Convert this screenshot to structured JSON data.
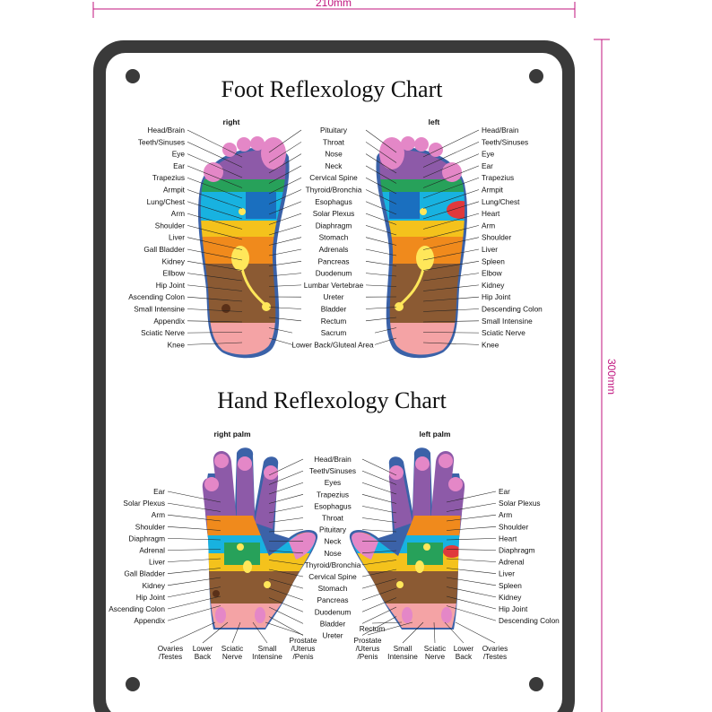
{
  "dimensions": {
    "width_label": "210mm",
    "height_label": "300mm"
  },
  "foot_chart": {
    "title": "Foot Reflexology Chart",
    "right_label": "right",
    "left_label": "left",
    "right_side_labels": [
      "Head/Brain",
      "Teeth/Sinuses",
      "Eye",
      "Ear",
      "Trapezius",
      "Armpit",
      "Lung/Chest",
      "Arm",
      "Shoulder",
      "Liver",
      "Gall Bladder",
      "Kidney",
      "Ellbow",
      "Hip Joint",
      "Ascending Colon",
      "Small Intensine",
      "Appendix",
      "Sciatic Nerve",
      "Knee"
    ],
    "center_labels": [
      "Pituitary",
      "Throat",
      "Nose",
      "Neck",
      "Cervical Spine",
      "Thyroid/Bronchia",
      "Esophagus",
      "Solar Plexus",
      "Diaphragm",
      "Stomach",
      "Adrenals",
      "Pancreas",
      "Duodenum",
      "Lumbar Vertebrae",
      "Ureter",
      "Bladder",
      "Rectum",
      "Sacrum",
      "Lower Back/Gluteal Area"
    ],
    "left_side_labels": [
      "Head/Brain",
      "Teeth/Sinuses",
      "Eye",
      "Ear",
      "Trapezius",
      "Armpit",
      "Lung/Chest",
      "Heart",
      "Arm",
      "Shoulder",
      "Liver",
      "Spleen",
      "Elbow",
      "Kidney",
      "Hip Joint",
      "Descending Colon",
      "Small Intensine",
      "Sciatic Nerve",
      "Knee"
    ]
  },
  "hand_chart": {
    "title": "Hand Reflexology Chart",
    "right_label": "right palm",
    "left_label": "left palm",
    "right_side_labels": [
      "Ear",
      "Solar Plexus",
      "Arm",
      "Shoulder",
      "Diaphragm",
      "Adrenal",
      "Liver",
      "Gall Bladder",
      "Kidney",
      "Hip Joint",
      "Ascending Colon",
      "Appendix"
    ],
    "center_labels": [
      "Head/Brain",
      "Teeth/Sinuses",
      "Eyes",
      "Trapezius",
      "Esophagus",
      "Throat",
      "Pituitary",
      "Neck",
      "Nose",
      "Thyroid/Bronchia",
      "Cervical Spine",
      "Stomach",
      "Pancreas",
      "Duodenum",
      "Bladder",
      "Ureter"
    ],
    "left_side_labels": [
      "Ear",
      "Solar Plexus",
      "Arm",
      "Shoulder",
      "Heart",
      "Diaphragm",
      "Adrenal",
      "Liver",
      "Spleen",
      "Kidney",
      "Hip Joint",
      "Descending Colon"
    ],
    "bottom_right_labels": [
      "Ovaries\n/Testes",
      "Lower\nBack",
      "Sciatic\nNerve",
      "Small\nIntensine",
      "Prostate\n/Uterus\n/Penis"
    ],
    "bottom_left_labels": [
      "Rectum",
      "Prostate\n/Uterus\n/Penis",
      "Small\nIntensine",
      "Sciatic\nNerve",
      "Lower\nBack",
      "Ovaries\n/Testes"
    ]
  }
}
